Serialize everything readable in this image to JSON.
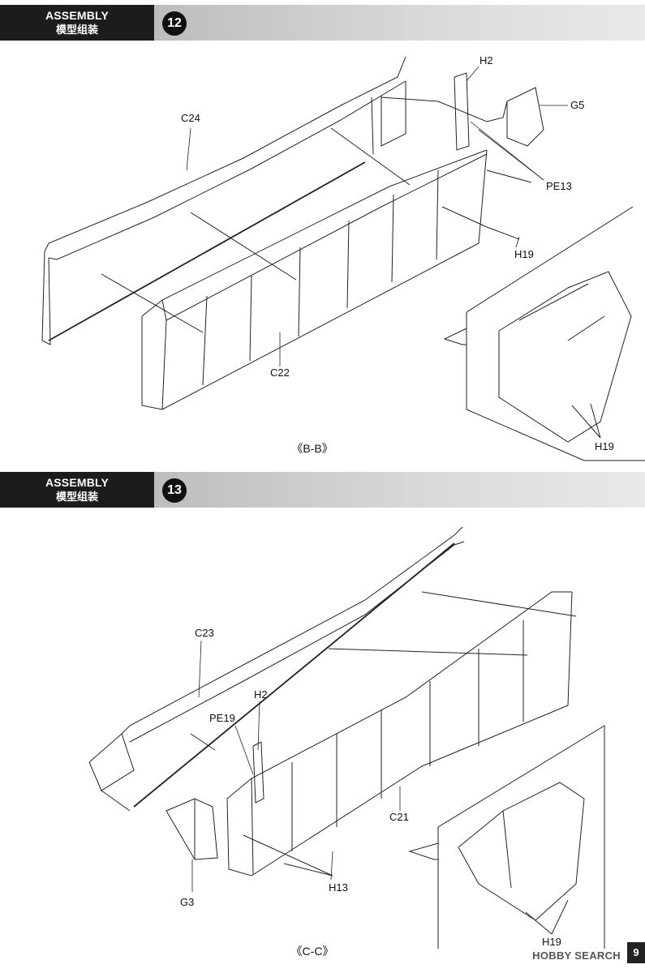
{
  "steps": [
    {
      "assembly_en": "ASSEMBLY",
      "assembly_cn": "模型组装",
      "number": "12",
      "labels": {
        "c24": "C24",
        "h2": "H2",
        "g5": "G5",
        "pe13": "PE13",
        "h19a": "H19",
        "c22": "C22",
        "h19b": "H19"
      },
      "caption": "《B-B》"
    },
    {
      "assembly_en": "ASSEMBLY",
      "assembly_cn": "模型组装",
      "number": "13",
      "labels": {
        "c23": "C23",
        "h2": "H2",
        "pe19": "PE19",
        "c21": "C21",
        "g3": "G3",
        "h13": "H13",
        "h19": "H19"
      },
      "caption": "《C-C》"
    }
  ],
  "watermark": "HOBBY SEARCH",
  "page_number": "9"
}
